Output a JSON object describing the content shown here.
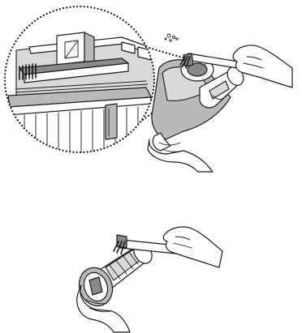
{
  "illustration": {
    "top_panel": {
      "detail_view": "magnified-brush-and-filter",
      "main_view": "hands-brushing-cyclone-filter"
    },
    "bottom_panel": {
      "main_view": "hands-brushing-cylinder-filter"
    },
    "colors": {
      "line": "#1a1a1a",
      "shade": "#b9b9b9",
      "dark_shade": "#8a8a8a",
      "light_shade": "#d9d9d9",
      "background": "#ffffff"
    }
  }
}
